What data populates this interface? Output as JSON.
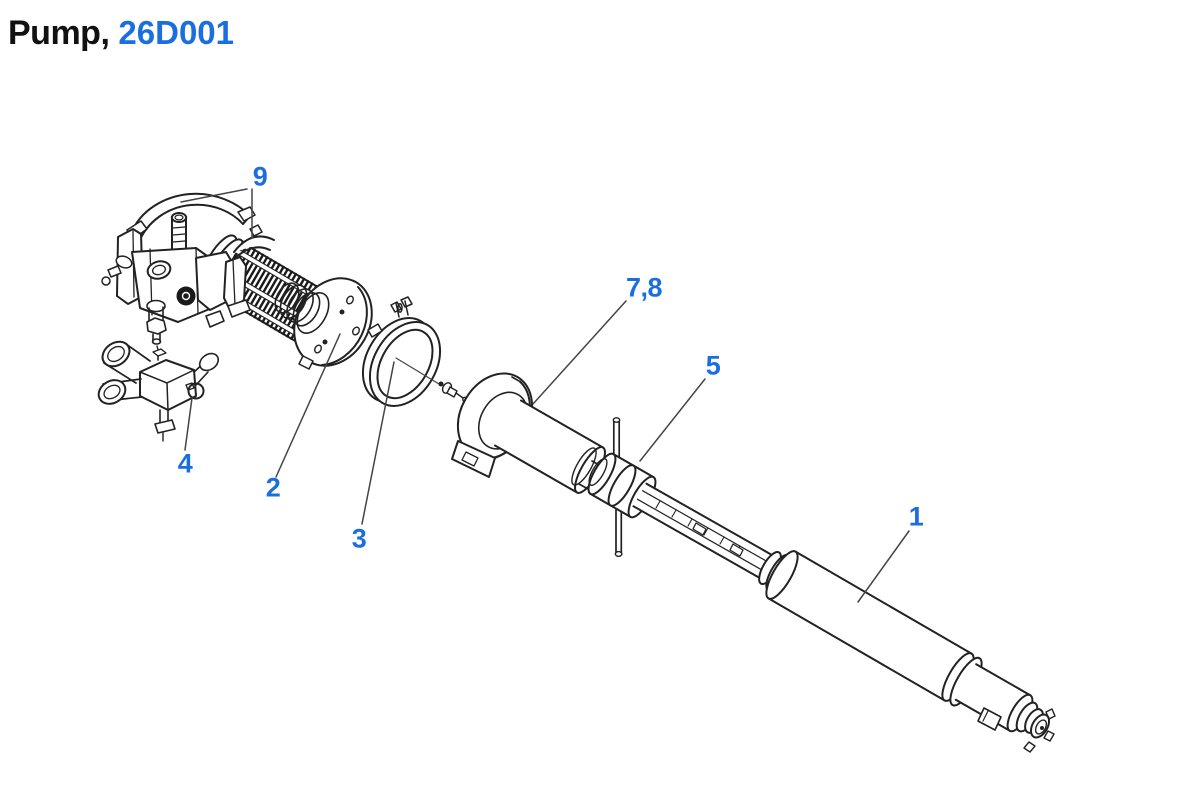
{
  "header": {
    "title_prefix": "Pump,",
    "part_number": "26D001"
  },
  "colors": {
    "accent_blue": "#1b6ee0",
    "line_ink": "#222222",
    "leader_gray": "#444444",
    "background": "#ffffff"
  },
  "diagram": {
    "callouts": [
      {
        "label": "9"
      },
      {
        "label": "2"
      },
      {
        "label": "3"
      },
      {
        "label": "4"
      },
      {
        "label": "7,8"
      },
      {
        "label": "5"
      },
      {
        "label": "1"
      }
    ]
  }
}
